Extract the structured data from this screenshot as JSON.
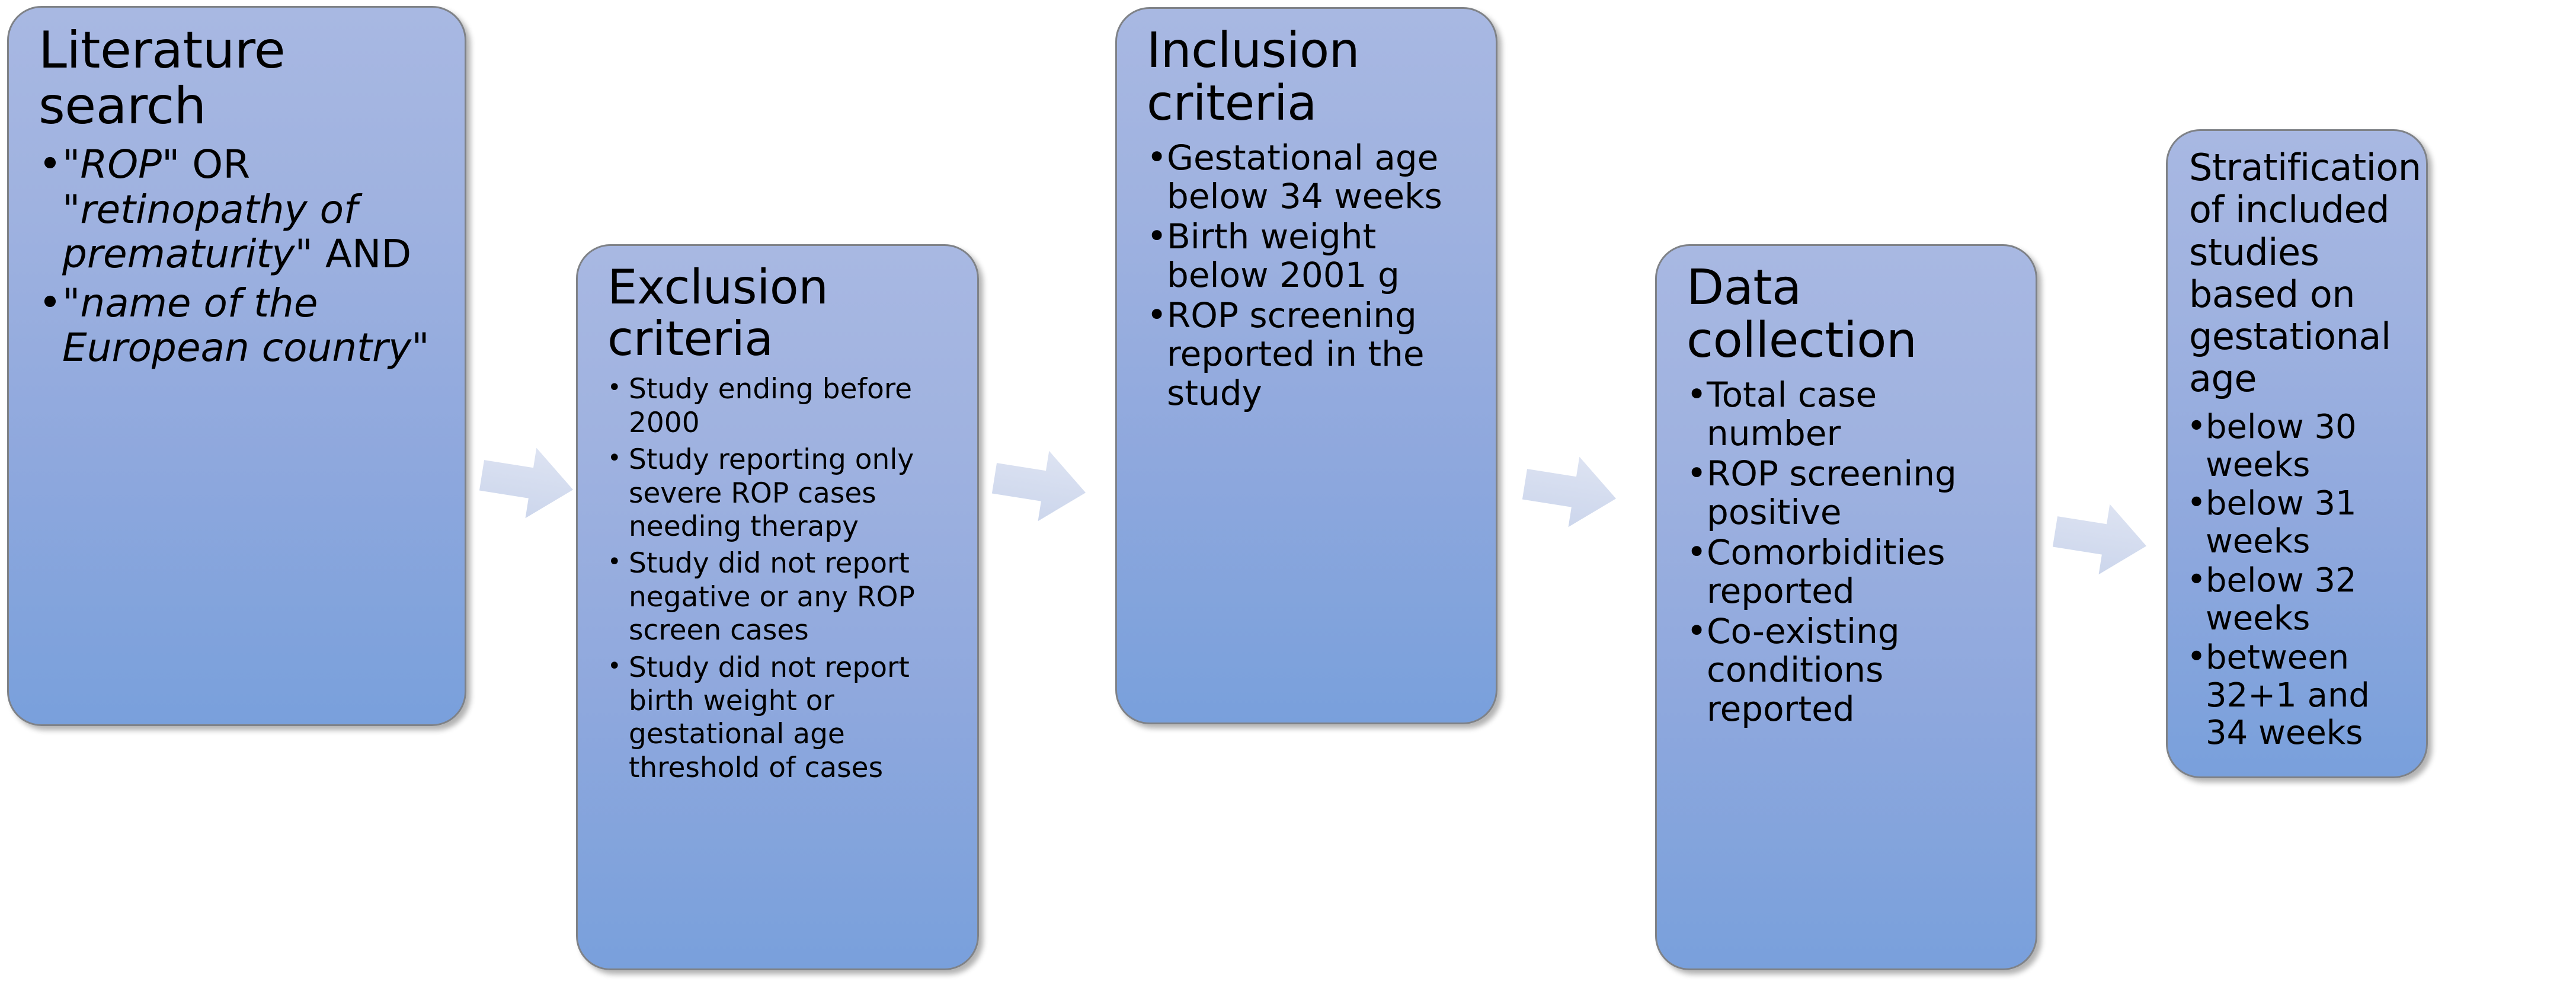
{
  "diagram": {
    "title": "ROP systematic review study selection flow",
    "colors": {
      "node_fill_top": "#a8b8e2",
      "node_fill_bottom": "#79a0dc",
      "node_border": "#7f8287",
      "arrow_fill": "#d4dcef",
      "background": "#ffffff",
      "text": "#000000"
    },
    "nodes": [
      {
        "id": "literature-search",
        "title": "Literature\nsearch",
        "bullets": [
          {
            "parts": [
              {
                "text": "\"",
                "style": "normal"
              },
              {
                "text": "ROP",
                "style": "italic"
              },
              {
                "text": "\" OR \"",
                "style": "normal"
              },
              {
                "text": "retinopathy of prematurity",
                "style": "italic"
              },
              {
                "text": "\" AND",
                "style": "normal"
              }
            ]
          },
          {
            "parts": [
              {
                "text": "\"",
                "style": "normal"
              },
              {
                "text": "name of the European country",
                "style": "italic"
              },
              {
                "text": "\"",
                "style": "normal"
              }
            ]
          }
        ]
      },
      {
        "id": "exclusion-criteria",
        "title": "Exclusion\ncriteria",
        "bullets": [
          {
            "parts": [
              {
                "text": "Study ending before 2000",
                "style": "normal"
              }
            ]
          },
          {
            "parts": [
              {
                "text": "Study reporting only severe ROP cases needing therapy",
                "style": "normal"
              }
            ]
          },
          {
            "parts": [
              {
                "text": "Study did not report negative or any ROP screen cases",
                "style": "normal"
              }
            ]
          },
          {
            "parts": [
              {
                "text": "Study did not report birth weight or gestational age threshold of cases",
                "style": "normal"
              }
            ]
          }
        ]
      },
      {
        "id": "inclusion-criteria",
        "title": "Inclusion\ncriteria",
        "bullets": [
          {
            "parts": [
              {
                "text": "Gestational age below 34 weeks",
                "style": "normal"
              }
            ]
          },
          {
            "parts": [
              {
                "text": "Birth weight below 2001 g",
                "style": "normal"
              }
            ]
          },
          {
            "parts": [
              {
                "text": "ROP screening reported in the study",
                "style": "normal"
              }
            ]
          }
        ]
      },
      {
        "id": "data-collection",
        "title": "Data\ncollection",
        "bullets": [
          {
            "parts": [
              {
                "text": "Total case number",
                "style": "normal"
              }
            ]
          },
          {
            "parts": [
              {
                "text": "ROP screening positive",
                "style": "normal"
              }
            ]
          },
          {
            "parts": [
              {
                "text": "Comorbidities reported",
                "style": "normal"
              }
            ]
          },
          {
            "parts": [
              {
                "text": "Co-existing conditions reported",
                "style": "normal"
              }
            ]
          }
        ]
      },
      {
        "id": "stratification",
        "title": "Stratification of included studies based on gestational age",
        "bullets": [
          {
            "parts": [
              {
                "text": "below 30 weeks",
                "style": "normal"
              }
            ]
          },
          {
            "parts": [
              {
                "text": "below 31 weeks",
                "style": "normal"
              }
            ]
          },
          {
            "parts": [
              {
                "text": "below 32 weeks",
                "style": "normal"
              }
            ]
          },
          {
            "parts": [
              {
                "text": "between 32+1 and 34 weeks",
                "style": "normal"
              }
            ]
          }
        ]
      }
    ],
    "arrows": [
      {
        "id": "arrow-1",
        "from": "literature-search",
        "to": "exclusion-criteria",
        "direction": "right"
      },
      {
        "id": "arrow-2",
        "from": "exclusion-criteria",
        "to": "inclusion-criteria",
        "direction": "right"
      },
      {
        "id": "arrow-3",
        "from": "inclusion-criteria",
        "to": "data-collection",
        "direction": "right"
      },
      {
        "id": "arrow-4",
        "from": "data-collection",
        "to": "stratification",
        "direction": "right"
      }
    ]
  }
}
